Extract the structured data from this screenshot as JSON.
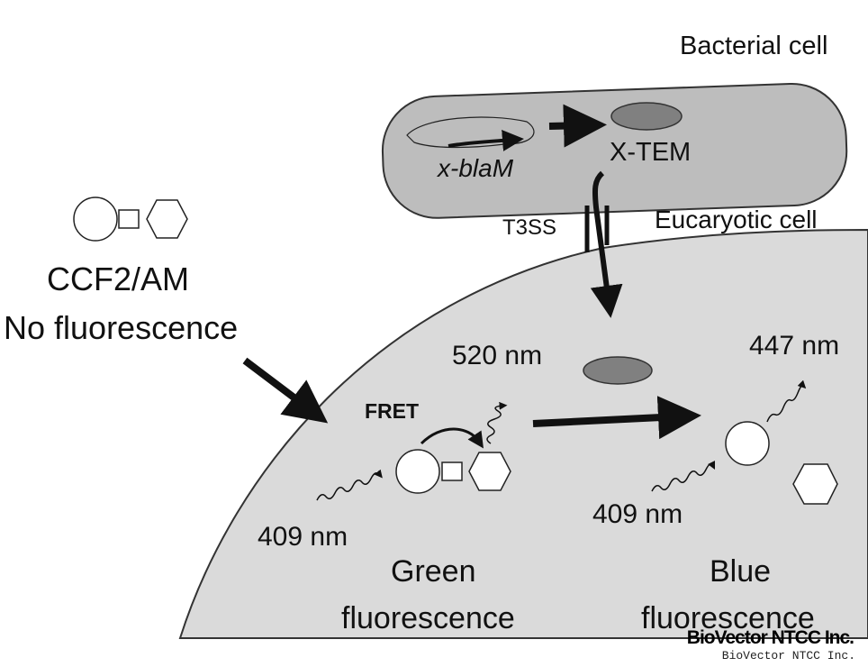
{
  "labels": {
    "bacterial_cell": "Bacterial cell",
    "gene": "x-blaM",
    "protein": "X-TEM",
    "t3ss": "T3SS",
    "eukaryotic_cell": "Eucaryotic cell",
    "substrate": "CCF2/AM",
    "no_fluorescence": "No fluorescence",
    "fret": "FRET",
    "emission_green": "520 nm",
    "emission_blue": "447 nm",
    "excitation_left": "409 nm",
    "excitation_right": "409 nm",
    "green_line1": "Green",
    "green_line2": "fluorescence",
    "blue_line1": "Blue",
    "blue_line2": "fluorescence"
  },
  "watermark": {
    "bold": "BioVector NTCC Inc.",
    "mono": "BioVector NTCC Inc."
  },
  "colors": {
    "bacterium": "#bdbdbd",
    "cell": "#dadada",
    "protein": "#808080"
  }
}
